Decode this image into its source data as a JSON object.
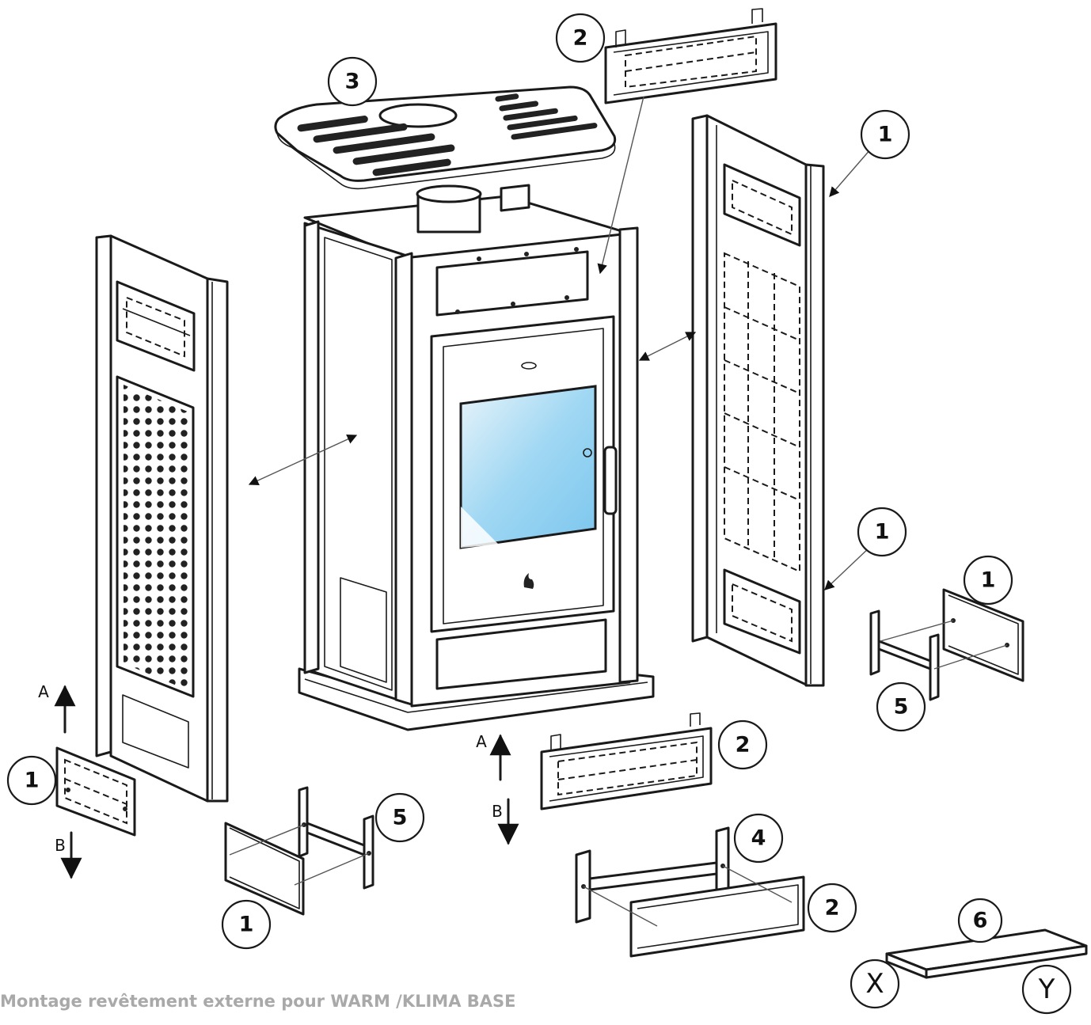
{
  "caption": "Montage revêtement externe pour WARM /KLIMA BASE",
  "callouts": {
    "c3_lid": "3",
    "c2_top_panel": "2",
    "c1_right_upper": "1",
    "c1_right_lower": "1",
    "c1_right_small": "1",
    "c5_right_bracket": "5",
    "c1_left_small": "1",
    "c5_left_bracket": "5",
    "c1_bottom_left": "1",
    "c2_center_panel": "2",
    "c4_bottom_bracket": "4",
    "c2_bottom_panel": "2",
    "c6_slab": "6"
  },
  "slab_ends": {
    "x": "X",
    "y": "Y"
  },
  "direction_labels": {
    "left_up": "A",
    "left_down": "B",
    "center_up": "A",
    "center_down": "B"
  },
  "colors": {
    "glass": "#9fd7f3",
    "glass_light": "#e8f4fa",
    "caption": "#a9a9a9"
  },
  "icons": [
    "flame-icon"
  ]
}
